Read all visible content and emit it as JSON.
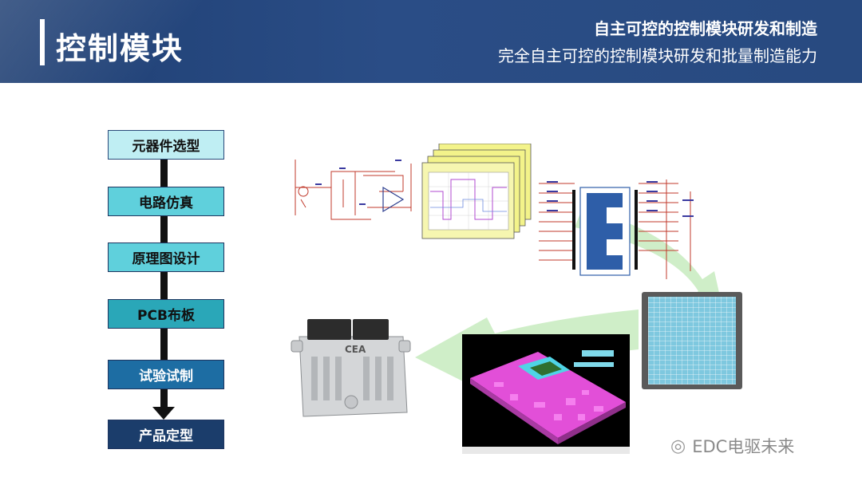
{
  "header": {
    "title": "控制模块",
    "subtitle_main": "自主可控的控制模块研发和制造",
    "subtitle_sub": "完全自主可控的控制模块研发和批量制造能力"
  },
  "flow": {
    "steps": [
      {
        "label": "元器件选型",
        "style": "light"
      },
      {
        "label": "电路仿真",
        "style": "cyan"
      },
      {
        "label": "原理图设计",
        "style": "cyan"
      },
      {
        "label": "PCB布板",
        "style": "teal"
      },
      {
        "label": "试验试制",
        "style": "blue"
      },
      {
        "label": "产品定型",
        "style": "navy"
      }
    ]
  },
  "illustrations": {
    "ecu_label": "CEA"
  },
  "watermark": {
    "text": "EDC电驱未来",
    "icon": "wechat-icon"
  },
  "colors": {
    "header_bg": "#284a80",
    "arrow_green": "#c8efc0",
    "pcb_magenta": "#e24fd8",
    "pcb_cyan": "#4fd4e6"
  }
}
